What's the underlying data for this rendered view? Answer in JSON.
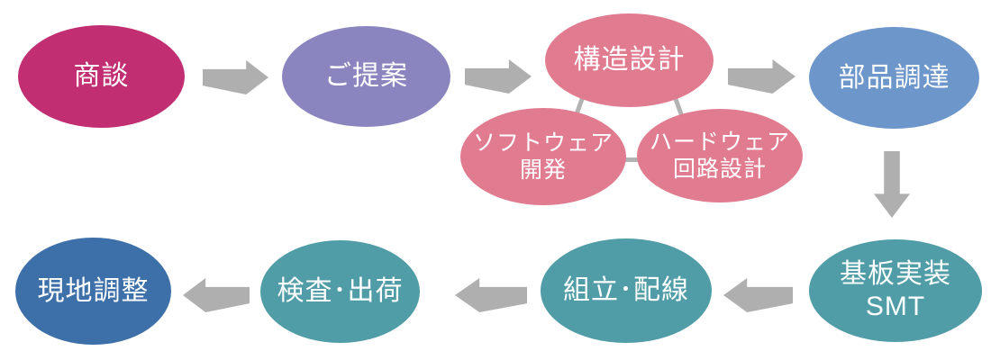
{
  "diagram": {
    "title": "production-process-flow",
    "type": "flowchart"
  },
  "colors": {
    "magenta": "#C12E72",
    "purple": "#8A84BF",
    "pink": "#E17C90",
    "blue": "#6D96CB",
    "teal": "#509DA7",
    "dark_blue": "#3D6FA8",
    "arrow_gray": "#AFAFAF",
    "connector_gray": "#B3B3B3",
    "background": "#FFFFFF",
    "label_text": "#FFFFFF"
  },
  "nodes": {
    "shodan": {
      "label": "商談",
      "color": "#C12E72"
    },
    "teian": {
      "label": "ご提案",
      "color": "#8A84BF"
    },
    "kozo": {
      "label": "構造設計",
      "color": "#E17C90"
    },
    "soft": {
      "label": "ソフトウェア\n開発",
      "color": "#E17C90"
    },
    "hard": {
      "label": "ハードウェア\n回路設計",
      "color": "#E17C90"
    },
    "buhin": {
      "label": "部品調達",
      "color": "#6D96CB"
    },
    "kiban": {
      "label": "基板実装\nSMT",
      "color": "#509DA7"
    },
    "kumitate": {
      "label": "組立･配線",
      "color": "#509DA7"
    },
    "kensa": {
      "label": "検査･出荷",
      "color": "#509DA7"
    },
    "genchi": {
      "label": "現地調整",
      "color": "#3D6FA8"
    }
  },
  "flow_order": [
    "商談",
    "ご提案",
    "構造設計",
    "部品調達",
    "基板実装SMT",
    "組立･配線",
    "検査･出荷",
    "現地調整"
  ],
  "kozo_sub_nodes": [
    "ソフトウェア開発",
    "ハードウェア回路設計"
  ]
}
